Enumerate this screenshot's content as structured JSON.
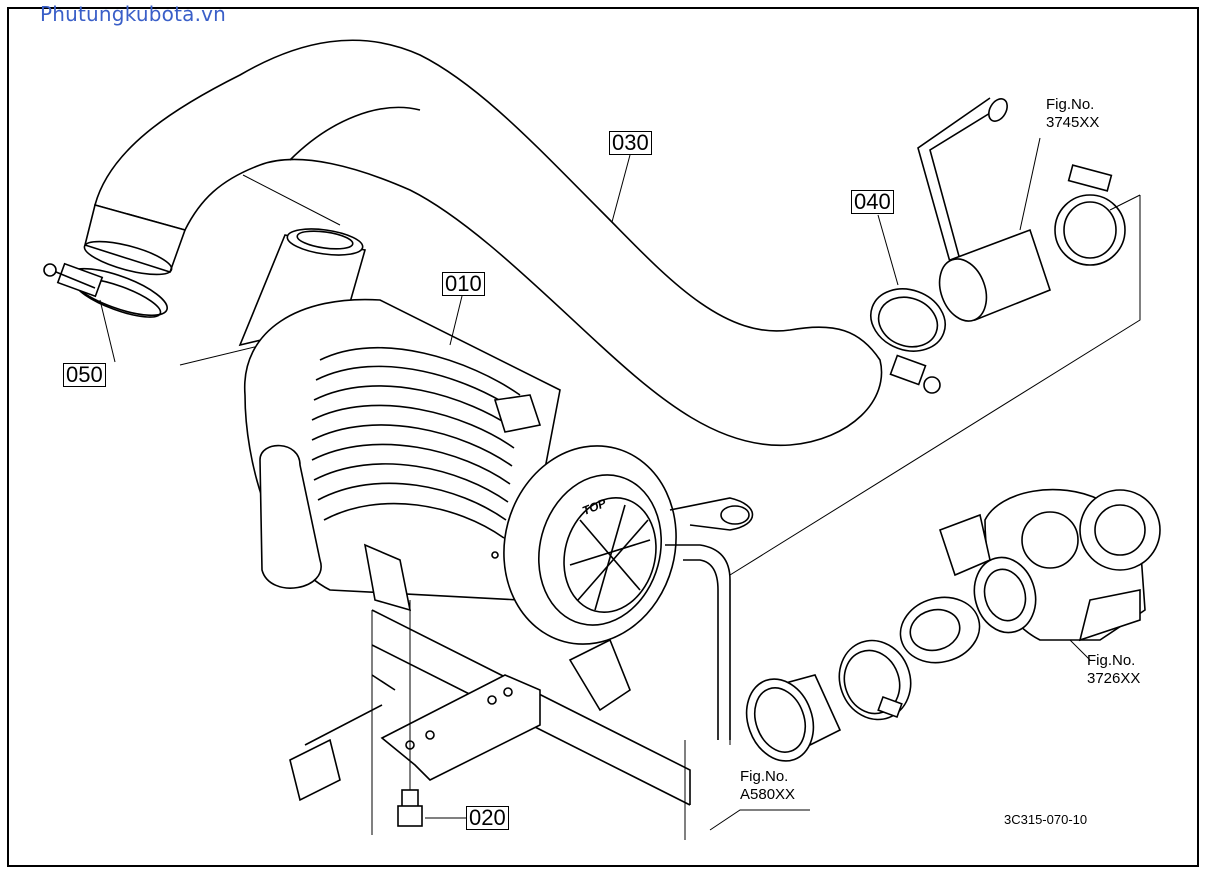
{
  "watermark": "Phutungkubota.vn",
  "callouts": {
    "p010": "010",
    "p020": "020",
    "p030": "030",
    "p040": "040",
    "p050": "050"
  },
  "figure_refs": {
    "turbo_label": "Fig.No.",
    "turbo_code": "3726XX",
    "pipe_label": "Fig.No.",
    "pipe_code": "3745XX",
    "intake_label": "Fig.No.",
    "intake_code": "A580XX"
  },
  "air_cleaner_top_mark": "TOP",
  "drawing_number": "3C315-070-10"
}
